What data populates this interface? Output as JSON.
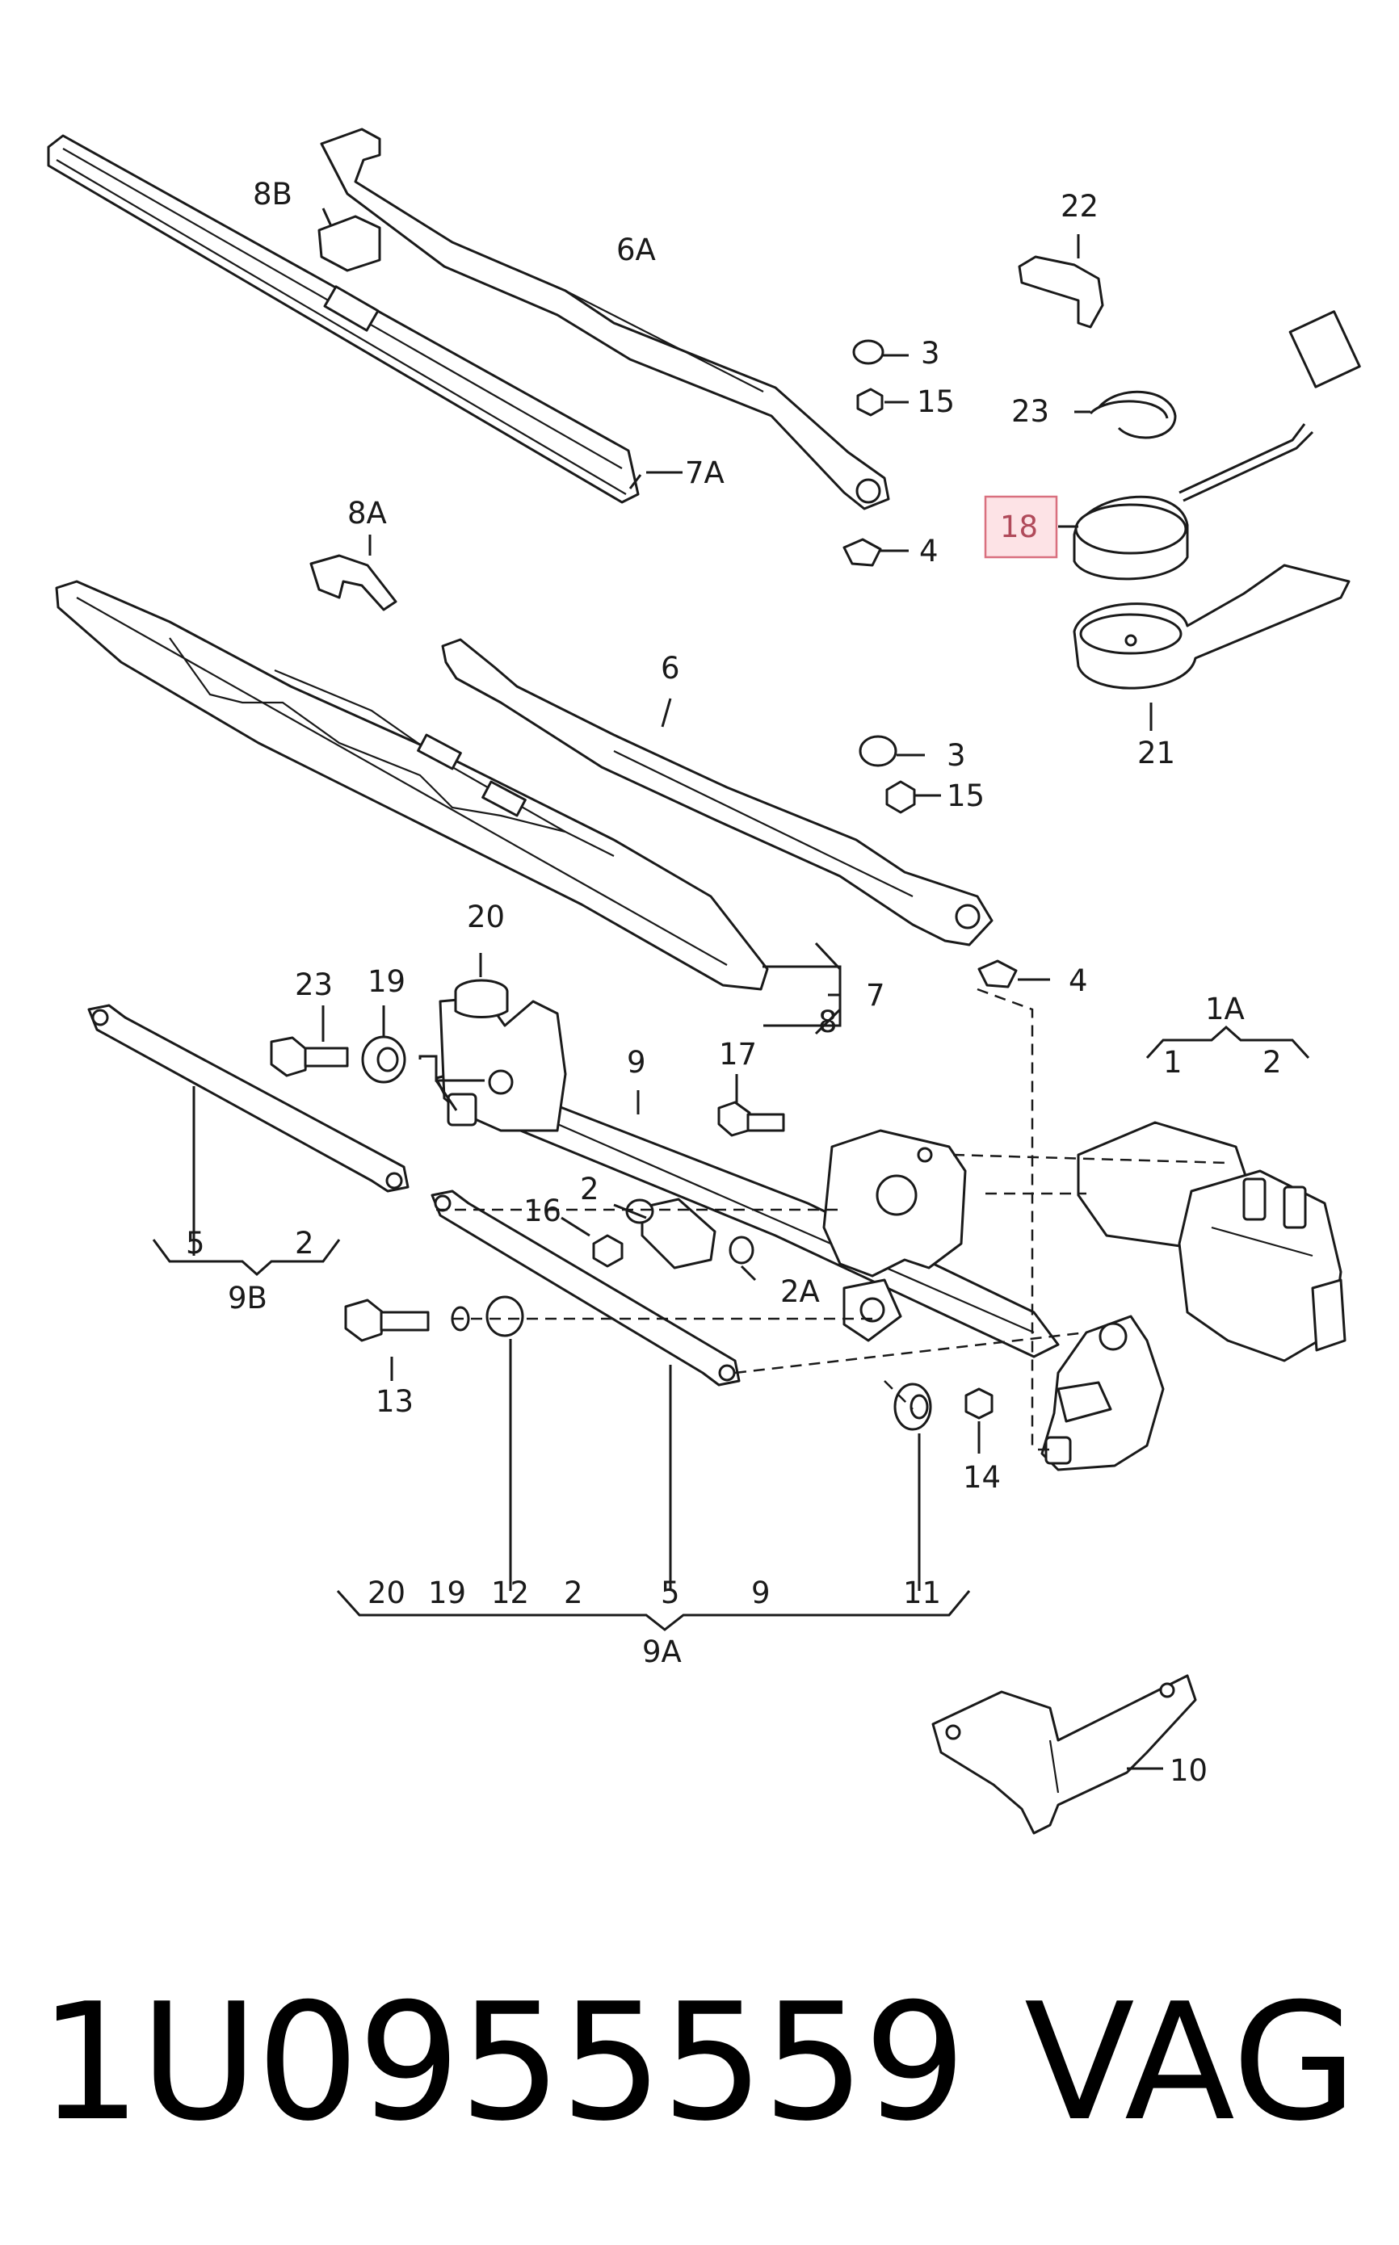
{
  "labels": {
    "l6A": "6A",
    "l8B": "8B",
    "l7A": "7A",
    "l3a": "3",
    "l15a": "15",
    "l4a": "4",
    "l22": "22",
    "l23a": "23",
    "l18": "18",
    "l21": "21",
    "l8A": "8A",
    "l6": "6",
    "l3b": "3",
    "l15b": "15",
    "l4b": "4",
    "l7": "7",
    "l8": "8",
    "l20": "20",
    "l23b": "23",
    "l19": "19",
    "l9": "9",
    "l1A": "1A",
    "l1": "1",
    "l2a": "2",
    "l17": "17",
    "l16": "16",
    "l2b": "2",
    "l2A": "2A",
    "l5a": "5",
    "l2c": "2",
    "l9B": "9B",
    "l13": "13",
    "l14": "14",
    "g20": "20",
    "g19": "19",
    "g12": "12",
    "g2": "2",
    "g5": "5",
    "g9": "9",
    "g11": "11",
    "l9A": "9A",
    "l10": "10"
  },
  "highlight": {
    "label": "18",
    "color": "#fde3e6",
    "border": "#d9707f"
  },
  "footer": {
    "part_number": "1U0955559",
    "brand": "VAG"
  }
}
